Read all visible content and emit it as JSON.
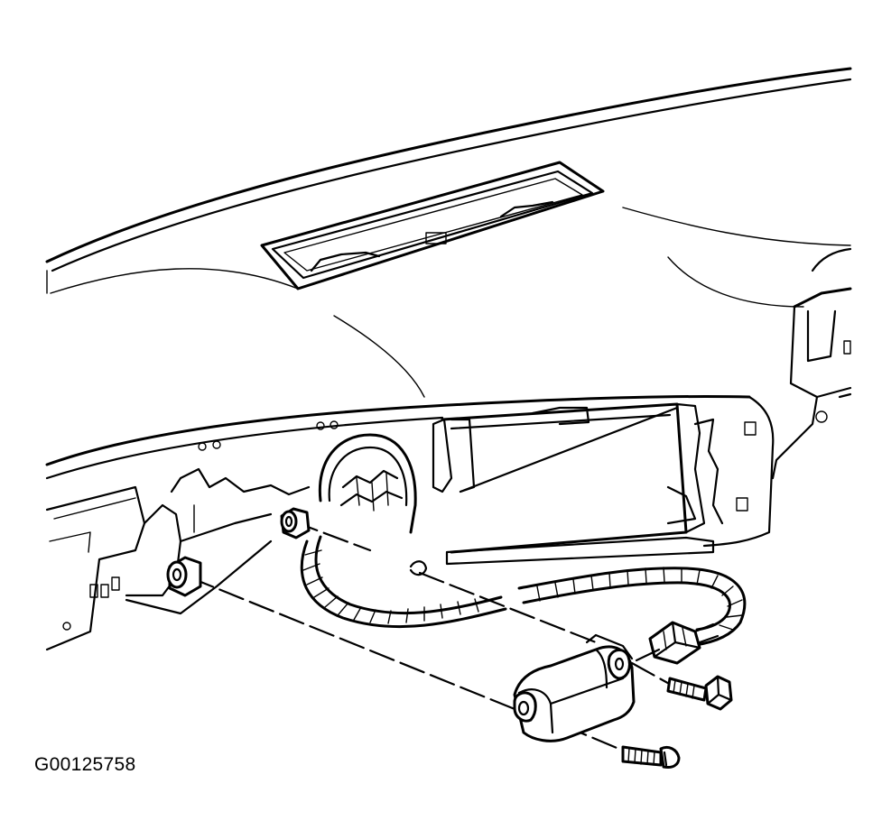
{
  "figure": {
    "id_label": "G00125758",
    "parts": [
      "dashboard-top",
      "defroster-vent-grille",
      "glove-box-opening",
      "wiring-harness",
      "air-bag-sensor-module",
      "mounting-bolt",
      "mounting-screw",
      "electrical-connector",
      "rubber-grommet"
    ]
  },
  "colors": {
    "ink": "#000000",
    "background": "#ffffff"
  }
}
